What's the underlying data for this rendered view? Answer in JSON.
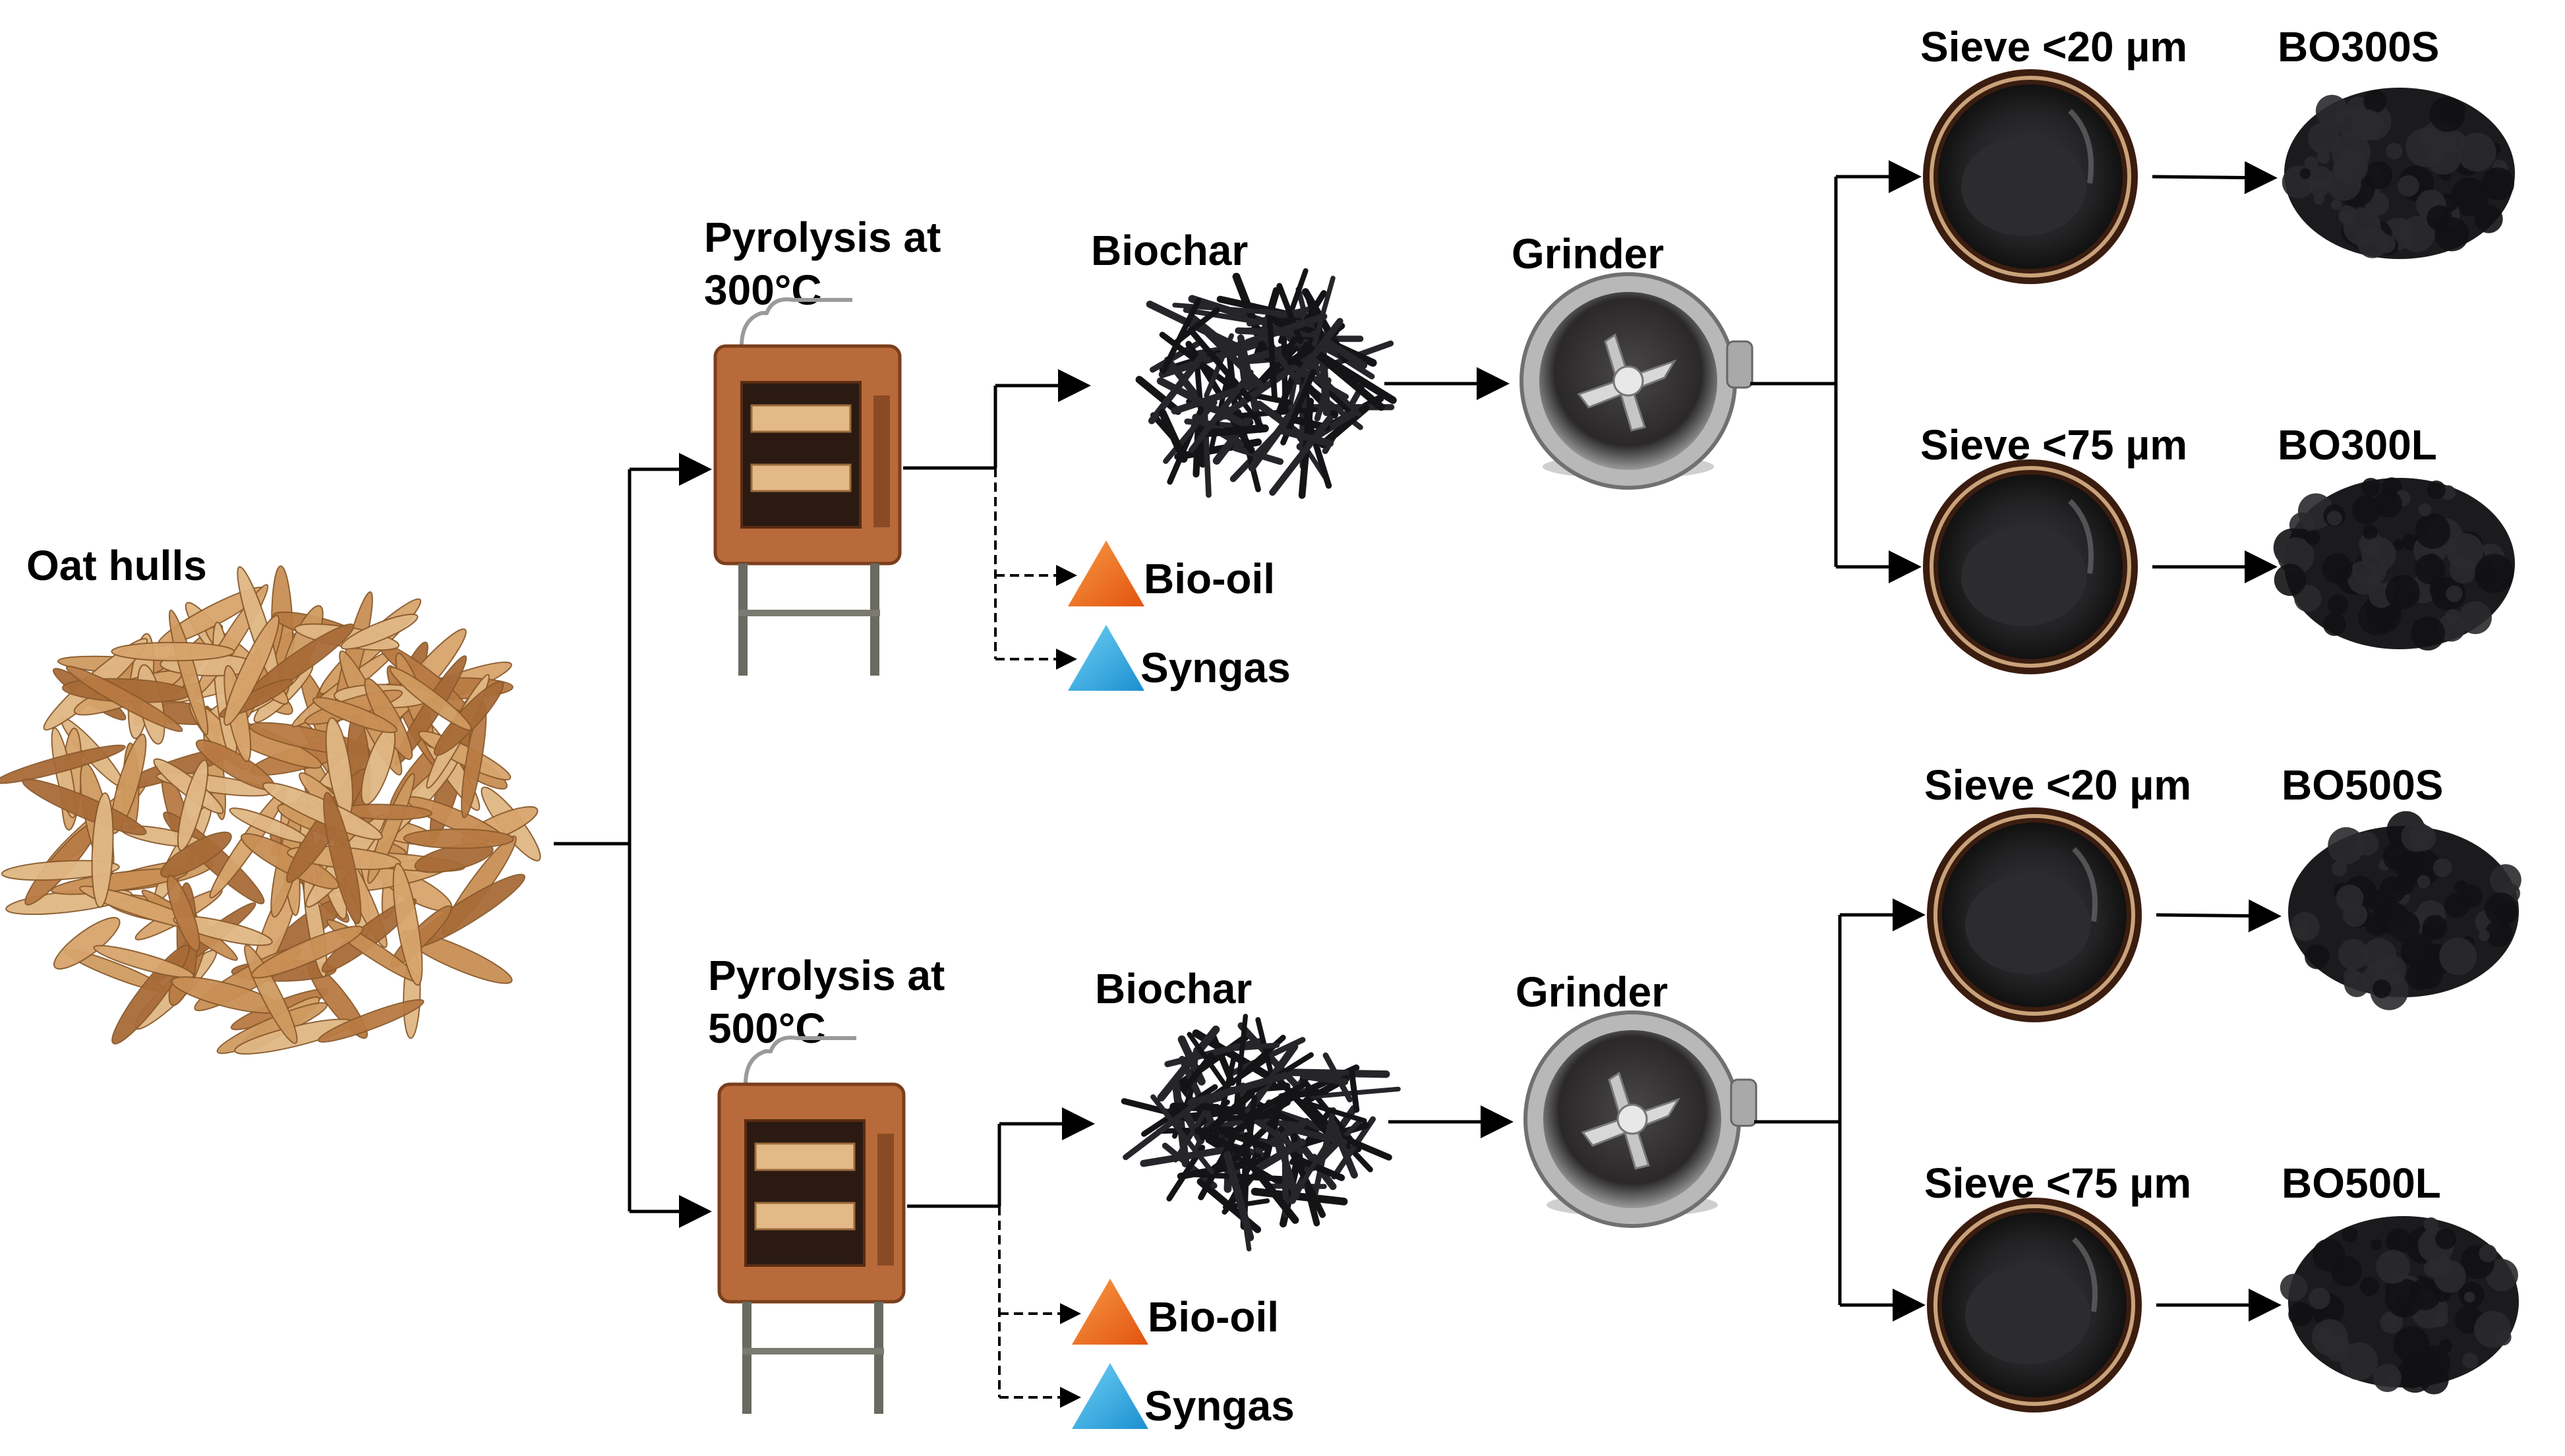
{
  "source": {
    "label": "Oat hulls"
  },
  "branches": [
    {
      "pyrolysis_line1": "Pyrolysis at",
      "pyrolysis_line2": "300°C",
      "biochar": "Biochar",
      "grinder": "Grinder",
      "byproducts": [
        "Bio-oil",
        "Syngas"
      ],
      "sieves": [
        {
          "label": "Sieve <20 µm",
          "product": "BO300S",
          "color": "#f0502a"
        },
        {
          "label": "Sieve <75 µm",
          "product": "BO300L",
          "color": "#22c8b4"
        }
      ]
    },
    {
      "pyrolysis_line1": "Pyrolysis at",
      "pyrolysis_line2": "500°C",
      "biochar": "Biochar",
      "grinder": "Grinder",
      "byproducts": [
        "Bio-oil",
        "Syngas"
      ],
      "sieves": [
        {
          "label": "Sieve <20 µm",
          "product": "BO500S",
          "color": "#f38a23"
        },
        {
          "label": "Sieve <75 µm",
          "product": "BO500L",
          "color": "#7ee03c"
        }
      ]
    }
  ],
  "colors": {
    "hull": "#c98f55",
    "bio_oil": "#ef6d1d",
    "syngas": "#27a9df",
    "oven": "#b86a3a",
    "char": "#1b1b1d"
  },
  "icons": [
    "oat-hulls-image",
    "pyrolysis-oven-icon",
    "biochar-image",
    "grinder-icon",
    "bio-oil-triangle-icon",
    "syngas-triangle-icon",
    "sieve-bowl-icon",
    "powder-pile-image"
  ]
}
